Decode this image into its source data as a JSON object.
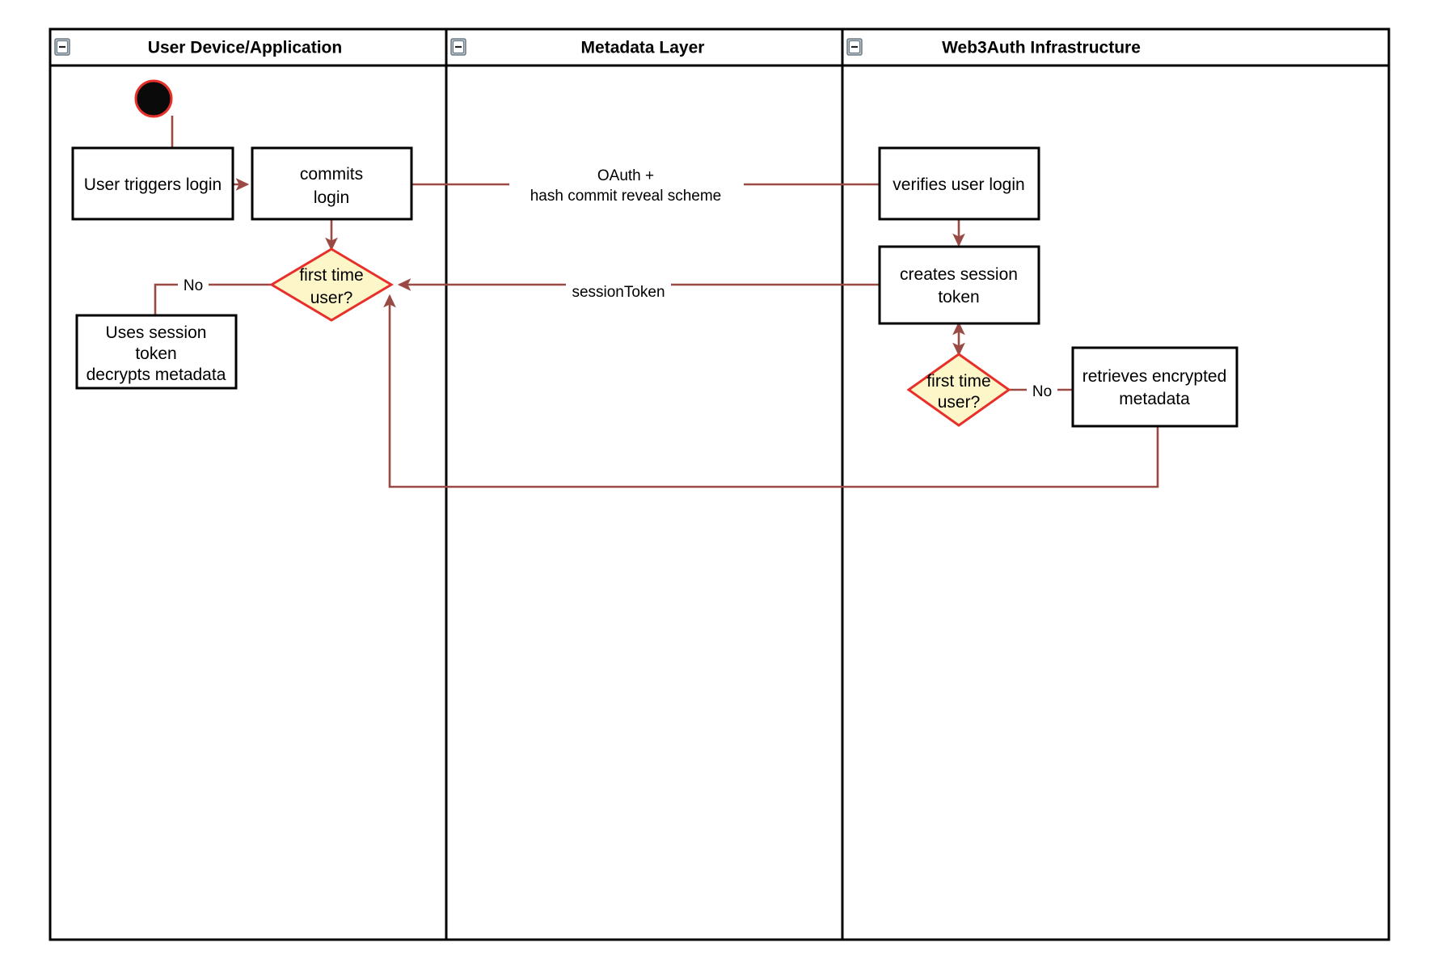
{
  "diagram": {
    "type": "uml-activity-swimlane",
    "title_bar_present": false,
    "background": "#ffffff",
    "colors": {
      "lane_border": "#000000",
      "node_border": "#000000",
      "node_fill": "#ffffff",
      "decision_fill": "#fdf6c9",
      "decision_border": "#e8302a",
      "flow_line": "#9a4a44",
      "start_node_fill": "#0a0a0a",
      "start_node_ring": "#e8302a",
      "collapse_icon_fill": "#b8c4cc"
    }
  },
  "lanes": [
    {
      "id": "lane-user-device",
      "title": "User Device/Application",
      "collapse_icon": "collapse-minus-icon"
    },
    {
      "id": "lane-metadata",
      "title": "Metadata Layer",
      "collapse_icon": "collapse-minus-icon"
    },
    {
      "id": "lane-web3auth",
      "title": "Web3Auth Infrastructure",
      "collapse_icon": "collapse-minus-icon"
    }
  ],
  "nodes": [
    {
      "id": "start",
      "kind": "initial-node",
      "lane": "lane-user-device",
      "label": ""
    },
    {
      "id": "user-triggers-login",
      "kind": "activity",
      "lane": "lane-user-device",
      "lines": [
        "User triggers login"
      ]
    },
    {
      "id": "commits-login",
      "kind": "activity",
      "lane": "lane-user-device",
      "lines": [
        "commits",
        "login"
      ]
    },
    {
      "id": "first-time-user-left",
      "kind": "decision",
      "lane": "lane-user-device",
      "lines": [
        "first time",
        "user?"
      ]
    },
    {
      "id": "uses-session-token",
      "kind": "activity",
      "lane": "lane-user-device",
      "lines": [
        "Uses session",
        "token",
        "decrypts metadata"
      ]
    },
    {
      "id": "verifies-user-login",
      "kind": "activity",
      "lane": "lane-web3auth",
      "lines": [
        "verifies user login"
      ]
    },
    {
      "id": "creates-session-token",
      "kind": "activity",
      "lane": "lane-web3auth",
      "lines": [
        "creates session",
        "token"
      ]
    },
    {
      "id": "first-time-user-right",
      "kind": "decision",
      "lane": "lane-web3auth",
      "lines": [
        "first time",
        "user?"
      ]
    },
    {
      "id": "retrieves-encrypted-metadata",
      "kind": "activity",
      "lane": "lane-web3auth",
      "lines": [
        "retrieves encrypted",
        "metadata"
      ]
    }
  ],
  "edges": [
    {
      "id": "e-start-to-trigger",
      "from": "start",
      "to": "user-triggers-login",
      "label": "",
      "arrow": "none"
    },
    {
      "id": "e-trigger-to-commits",
      "from": "user-triggers-login",
      "to": "commits-login",
      "label": "",
      "arrow": "end"
    },
    {
      "id": "e-commits-to-verifies",
      "from": "commits-login",
      "to": "verifies-user-login",
      "label_lines": [
        "OAuth +",
        "hash commit reveal scheme"
      ],
      "arrow": "none"
    },
    {
      "id": "e-commits-to-decision",
      "from": "commits-login",
      "to": "first-time-user-left",
      "label": "",
      "arrow": "end"
    },
    {
      "id": "e-decision-no-left",
      "from": "first-time-user-left",
      "to": "uses-session-token",
      "label": "No",
      "arrow": "none"
    },
    {
      "id": "e-verifies-to-creates",
      "from": "verifies-user-login",
      "to": "creates-session-token",
      "label": "",
      "arrow": "end"
    },
    {
      "id": "e-creates-to-left-decision",
      "from": "creates-session-token",
      "to": "first-time-user-left",
      "label": "sessionToken",
      "arrow": "end"
    },
    {
      "id": "e-creates-to-right-decision",
      "from": "creates-session-token",
      "to": "first-time-user-right",
      "label": "",
      "arrow": "both"
    },
    {
      "id": "e-right-decision-no",
      "from": "first-time-user-right",
      "to": "retrieves-encrypted-metadata",
      "label": "No",
      "arrow": "none"
    },
    {
      "id": "e-retrieves-back-to-left-decision",
      "from": "retrieves-encrypted-metadata",
      "to": "first-time-user-left",
      "label": "",
      "arrow": "end"
    }
  ],
  "edge_labels": {
    "oauth_line1": "OAuth +",
    "oauth_line2": "hash commit reveal scheme",
    "session_token": "sessionToken",
    "no_left": "No",
    "no_right": "No"
  },
  "node_text": {
    "user_triggers_login": "User triggers login",
    "commits_l1": "commits",
    "commits_l2": "login",
    "decision_l1": "first time",
    "decision_l2": "user?",
    "uses_l1": "Uses session",
    "uses_l2": "token",
    "uses_l3": "decrypts metadata",
    "verifies_user_login": "verifies user login",
    "creates_l1": "creates session",
    "creates_l2": "token",
    "decision2_l1": "first time",
    "decision2_l2": "user?",
    "retrieves_l1": "retrieves encrypted",
    "retrieves_l2": "metadata"
  }
}
